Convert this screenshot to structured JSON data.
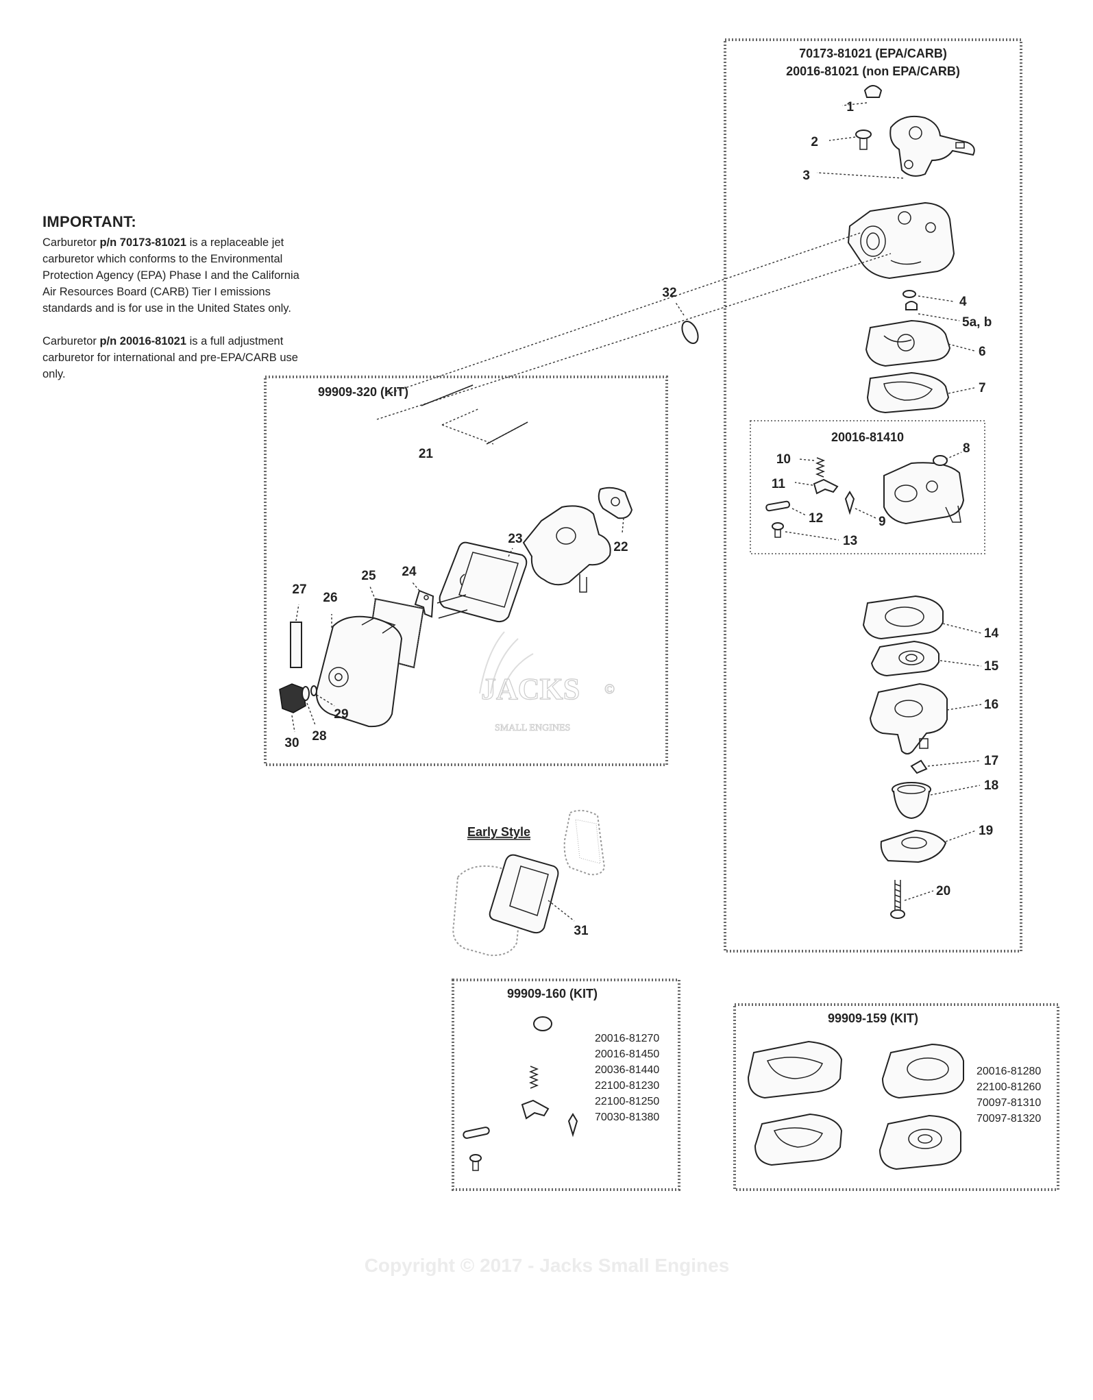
{
  "note": {
    "heading": "IMPORTANT:",
    "p1_pre": "Carburetor ",
    "p1_bold": "p/n 70173-81021",
    "p1_post": " is a replaceable jet carburetor which conforms to the Environmental Protection Agency (EPA) Phase I and the California Air Resources Board (CARB) Tier I emissions standards and is for use in the United States only.",
    "p2_pre": "Carburetor ",
    "p2_bold": "p/n 20016-81021",
    "p2_post": " is a full adjustment carburetor for international and pre-EPA/CARB use only."
  },
  "carb_box": {
    "title1": "70173-81021 (EPA/CARB)",
    "title2": "20016-81021 (non EPA/CARB)"
  },
  "inner_box": {
    "title": "20016-81410"
  },
  "kit320": {
    "title": "99909-320 (KIT)"
  },
  "early": {
    "title": "Early Style"
  },
  "kit160": {
    "title": "99909-160 (KIT)",
    "parts": [
      "20016-81270",
      "20016-81450",
      "20036-81440",
      "22100-81230",
      "22100-81250",
      "70030-81380"
    ]
  },
  "kit159": {
    "title": "99909-159 (KIT)",
    "parts": [
      "20016-81280",
      "22100-81260",
      "70097-81310",
      "70097-81320"
    ]
  },
  "labels": {
    "p1": "1",
    "p2": "2",
    "p3": "3",
    "p4": "4",
    "p5": "5a, b",
    "p6": "6",
    "p7": "7",
    "p8": "8",
    "p9": "9",
    "p10": "10",
    "p11": "11",
    "p12": "12",
    "p13": "13",
    "p14": "14",
    "p15": "15",
    "p16": "16",
    "p17": "17",
    "p18": "18",
    "p19": "19",
    "p20": "20",
    "p21": "21",
    "p22": "22",
    "p23": "23",
    "p24": "24",
    "p25": "25",
    "p26": "26",
    "p27": "27",
    "p28": "28",
    "p29": "29",
    "p30": "30",
    "p31": "31",
    "p32": "32"
  },
  "watermark": {
    "logo": "JACKS",
    "logo_sub": "SMALL ENGINES",
    "reg": "©"
  },
  "copyright": "Copyright © 2017 - Jacks Small Engines"
}
